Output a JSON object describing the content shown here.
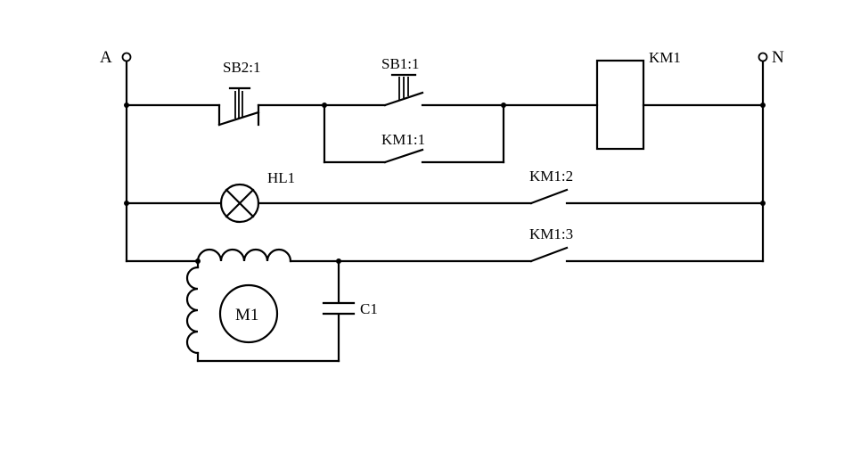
{
  "terminals": {
    "left": "A",
    "right": "N"
  },
  "components": {
    "stop_button": "SB2:1",
    "start_button": "SB1:1",
    "contactor_coil": "KM1",
    "hold_contact": "KM1:1",
    "lamp": "HL1",
    "lamp_contact": "KM1:2",
    "motor_contact": "KM1:3",
    "motor": "M1",
    "capacitor": "C1"
  }
}
